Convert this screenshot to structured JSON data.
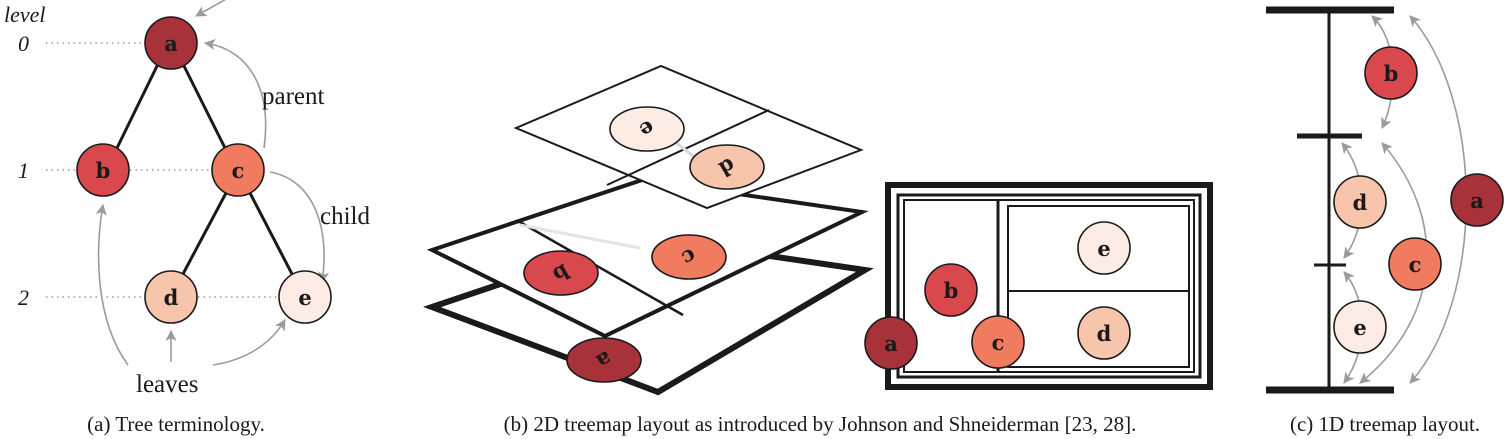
{
  "panel_a": {
    "level_header": "level",
    "levels": [
      "0",
      "1",
      "2"
    ],
    "annotations": {
      "parent": "parent",
      "child": "child",
      "leaves": "leaves"
    },
    "nodes": {
      "a": "a",
      "b": "b",
      "c": "c",
      "d": "d",
      "e": "e"
    },
    "caption": "(a) Tree terminology."
  },
  "panel_b": {
    "nodes": {
      "a": "a",
      "b": "b",
      "c": "c",
      "d": "d",
      "e": "e"
    },
    "caption": "(b) 2D treemap layout as introduced by Johnson and Shneiderman [23, 28]."
  },
  "panel_c": {
    "nodes": {
      "a": "a",
      "b": "b",
      "c": "c",
      "d": "d",
      "e": "e"
    },
    "caption": "(c) 1D treemap layout."
  },
  "colors": {
    "node_a": "#a8323a",
    "node_b": "#d8484c",
    "node_c": "#f07b5e",
    "node_d": "#f7c4ac",
    "node_e": "#fcece4",
    "edge": "#1a1a1a",
    "arrow": "#9b9b9b"
  }
}
